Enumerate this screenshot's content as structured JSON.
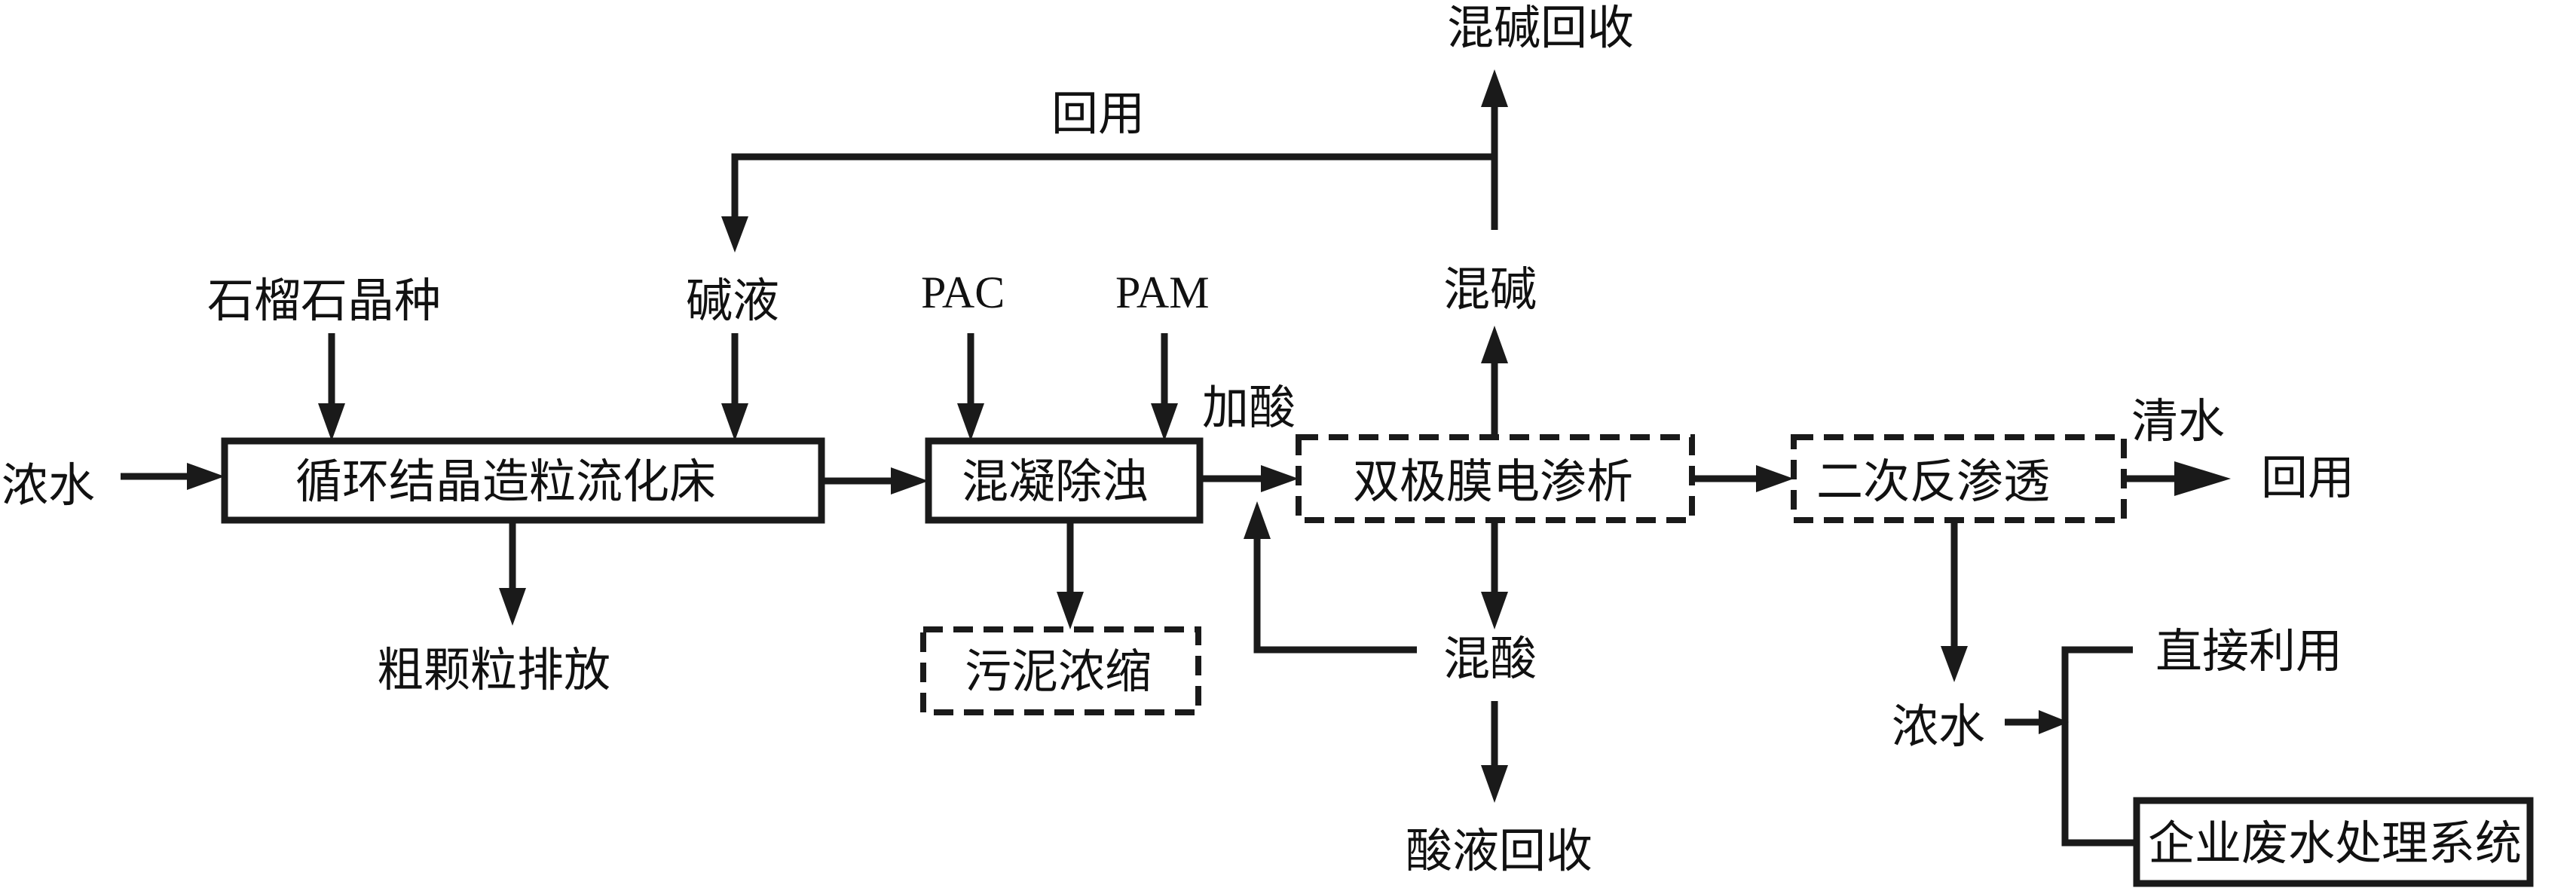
{
  "nodes": {
    "conc_water_in": "浓水",
    "garnet_seed": "石榴石晶种",
    "alkali_liquor": "碱液",
    "fluidized_bed": "循环结晶造粒流化床",
    "coarse_discharge": "粗颗粒排放",
    "pac": "PAC",
    "pam": "PAM",
    "coagulation": "混凝除浊",
    "sludge": "污泥浓缩",
    "add_acid": "加酸",
    "bipolar": "双极膜电渗析",
    "mixed_base": "混碱",
    "mixed_base_recovery": "混碱回收",
    "reuse_top": "回用",
    "mixed_acid": "混酸",
    "acid_recovery": "酸液回收",
    "second_ro": "二次反渗透",
    "clean_water": "清水",
    "reuse_right": "回用",
    "conc_water_out": "浓水",
    "direct_use": "直接利用",
    "enterprise_system": "企业废水处理系统"
  }
}
